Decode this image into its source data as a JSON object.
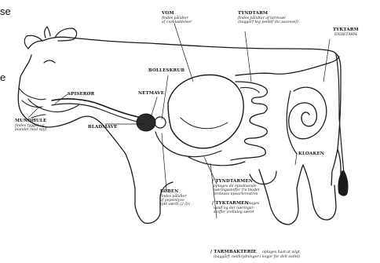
{
  "edge_text": {
    "top": "se",
    "middle": "e"
  },
  "labels": {
    "vom": {
      "title": "VOM",
      "line1": "findes pålidter",
      "line2": "af cvebladdelser"
    },
    "tyndtarm": {
      "title": "TYNDTARM",
      "line1": "findes pålidter af tarmvæl",
      "line2": "(baggårf teg pelddf (bc.uscessef)"
    },
    "tyktarm": {
      "title": "TYKTARM",
      "line1": "ENDETARM"
    },
    "bolleskrub": {
      "title": "BOLLESKRUB"
    },
    "netmave": {
      "title": "NETMAVE"
    },
    "mundhule": {
      "title": "MUNDHULE",
      "line1": "findes tygget og",
      "line2": "blandet med spyt"
    },
    "spiseror": {
      "title": "SPISERØR"
    },
    "bladmave": {
      "title": "BLADMAVE"
    },
    "kloaken": {
      "title": "KLOAKEN"
    },
    "loben": {
      "title": "LØBEN",
      "line1": "findes pålidter",
      "line2": "af pepsinlyve",
      "line3": "(pH-værdi (2-3))"
    },
    "tyndtarmen": {
      "title": "/ TYNDTARMEN",
      "line1": "optages de opsaltsende",
      "line2": "næringsstoffer fra blodet",
      "line3": "protease lipoarterestres"
    },
    "tyktarmen": {
      "title": "/ TYKTARMEN",
      "line1": "optages",
      "line2": "vand og der næringsr-",
      "line3": "stoffer (cellulog særet"
    },
    "tarmbakterie": {
      "title": "/ TARMBAKTERIE",
      "line1": "optages hast ut vilgt",
      "line2": "(baggårf: nedbrydninger i kogor for delt sotlet)"
    }
  }
}
